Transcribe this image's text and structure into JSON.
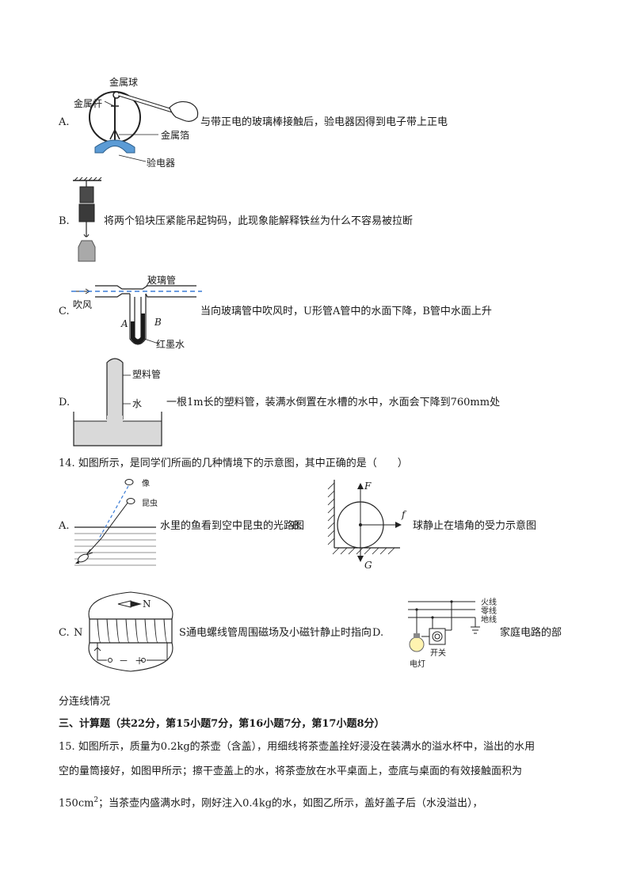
{
  "q13": {
    "optA": {
      "letter": "A.",
      "text": "与带正电的玻璃棒接触后，验电器因得到电子带上正电",
      "fig_labels": {
        "ball": "金属球",
        "rod": "金属杆",
        "foil": "金属箔",
        "name": "验电器"
      }
    },
    "optB": {
      "letter": "B.",
      "text": "将两个铅块压紧能吊起钩码，此现象能解释铁丝为什么不容易被拉断"
    },
    "optC": {
      "letter": "C.",
      "text": "当向玻璃管中吹风时，U形管A管中的水面下降，B管中水面上升",
      "fig_labels": {
        "tube": "玻璃管",
        "blow": "吹风",
        "a": "A",
        "b": "B",
        "ink": "红墨水"
      }
    },
    "optD": {
      "letter": "D.",
      "text": "一根1m长的塑料管，装满水倒置在水槽的水中，水面会下降到760mm处",
      "fig_labels": {
        "pipe": "塑料管",
        "water": "水"
      }
    }
  },
  "q14": {
    "stem": "14. 如图所示，是同学们所画的几种情境下的示意图，其中正确的是（　　）",
    "optA": {
      "letter": "A.",
      "text": "水里的鱼看到空中昆虫的光路图",
      "fig_labels": {
        "image": "像",
        "insect": "昆虫"
      }
    },
    "optB": {
      "letter": "B.",
      "text": "球静止在墙角的受力示意图",
      "fig_labels": {
        "F": "F",
        "f": "f",
        "G": "G"
      }
    },
    "optC": {
      "letter": "C.",
      "text": "通电螺线管周围磁场及小磁针静止时指向",
      "fig_labels": {
        "n_left": "N",
        "s_right": "S",
        "n_top": "N",
        "minus": "－",
        "plus": "＋"
      }
    },
    "optD": {
      "letter": "D.",
      "text": "家庭电路的部",
      "text_cont": "分连线情况",
      "fig_labels": {
        "live": "火线",
        "neutral": "零线",
        "ground": "地线",
        "switch": "开关",
        "lamp": "电灯"
      }
    }
  },
  "section3": {
    "heading": "三、计算题（共22分，第15小题7分，第16小题7分，第17小题8分）"
  },
  "q15": {
    "line1": "15. 如图所示，质量为0.2kg的茶壶（含盖），用细线将茶壶盖拴好浸没在装满水的溢水杯中，溢出的水用",
    "line2": "空的量筒接好，如图甲所示；擦干壶盖上的水，将茶壶放在水平桌面上，壶底与桌面的有效接触面积为",
    "line3a": "150cm",
    "line3sup": "2",
    "line3b": "；当茶壶内盛满水时，刚好注入0.4kg的水，如图乙所示，盖好盖子后（水没溢出），"
  }
}
